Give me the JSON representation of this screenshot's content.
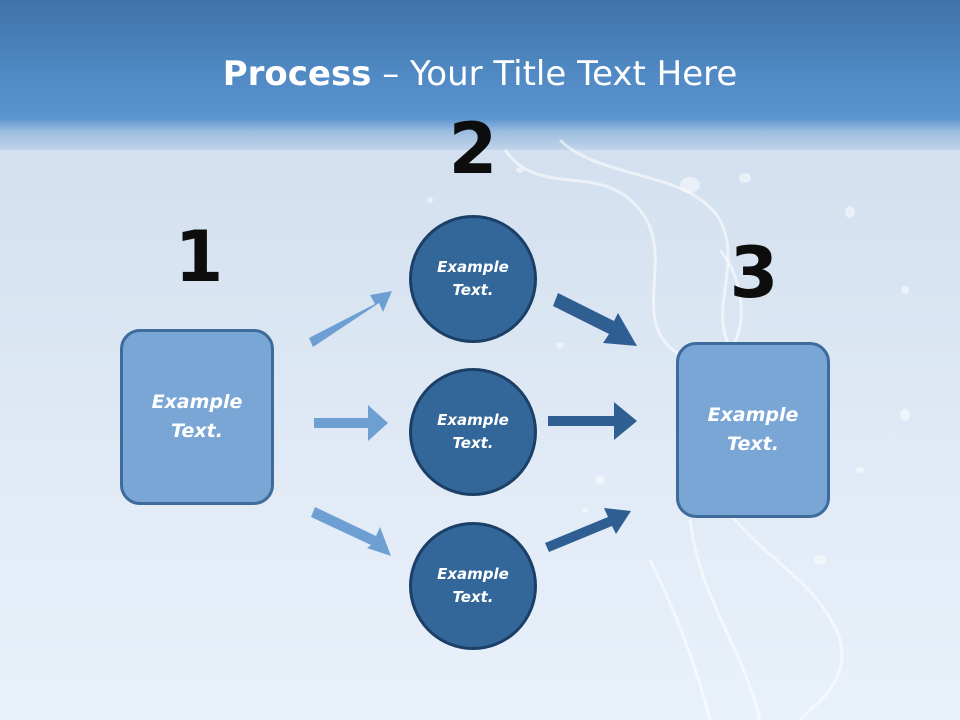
{
  "title": {
    "bold": "Process",
    "rest": " – Your Title Text Here"
  },
  "step_numbers": [
    "1",
    "2",
    "3"
  ],
  "left_box": {
    "text": "Example Text."
  },
  "circles": [
    {
      "text": "Example Text."
    },
    {
      "text": "Example Text."
    },
    {
      "text": "Example Text."
    }
  ],
  "right_box": {
    "text": "Example Text."
  },
  "colors": {
    "header": "#4f88c2",
    "box_fill": "#7aa6d6",
    "box_border": "#3d6b9c",
    "circle_fill": "#336699",
    "circle_border": "#1b3f66",
    "light_arrow": "#6e9fd3",
    "dark_arrow": "#2f5f92"
  }
}
